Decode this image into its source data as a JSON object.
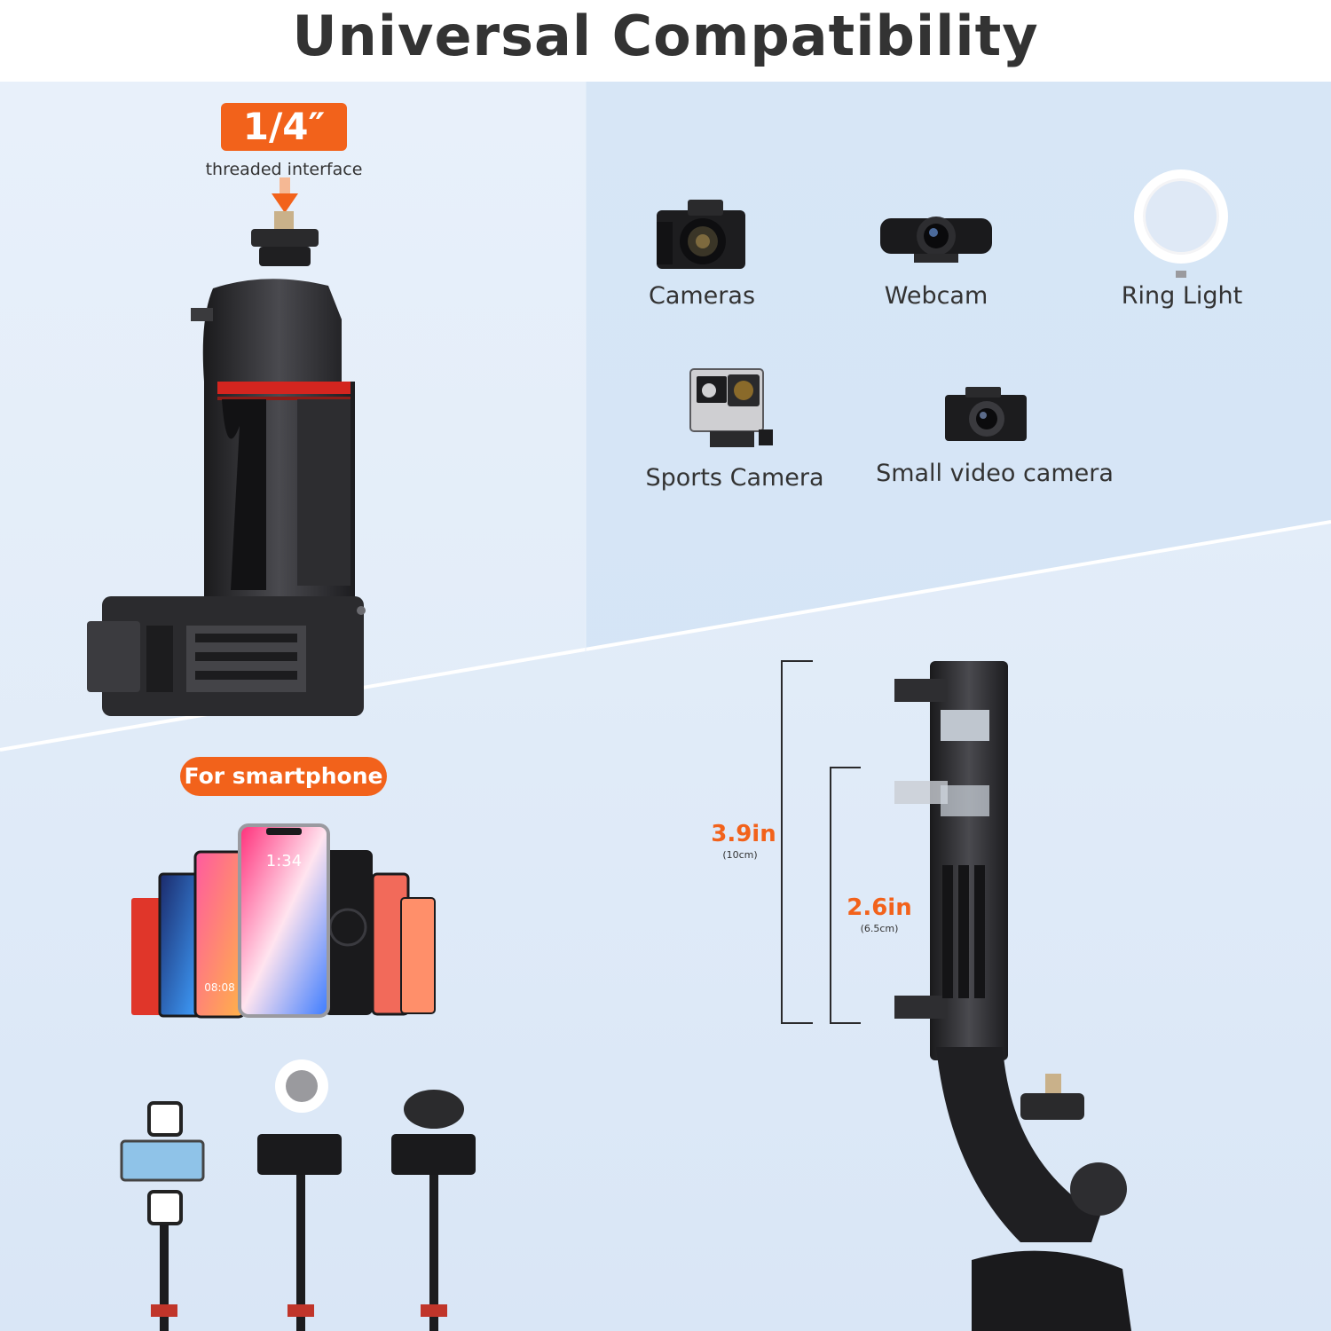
{
  "title": "Universal Compatibility",
  "thread": {
    "badge": "1/4″",
    "caption": "threaded interface"
  },
  "devices": [
    {
      "label": "Cameras",
      "icon": "dslr-camera-icon"
    },
    {
      "label": "Webcam",
      "icon": "webcam-icon"
    },
    {
      "label": "Ring Light",
      "icon": "ring-light-icon"
    },
    {
      "label": "Sports Camera",
      "icon": "action-camera-icon"
    },
    {
      "label": "Small video camera",
      "icon": "compact-camera-icon"
    }
  ],
  "smartphone": {
    "badge": "For smartphone",
    "clock": "1:34",
    "clock2": "08:08"
  },
  "dimensions": {
    "max": {
      "value": "3.9in",
      "metric": "(10cm)"
    },
    "min": {
      "value": "2.6in",
      "metric": "(6.5cm)"
    }
  },
  "colors": {
    "accent": "#f2621b",
    "text": "#333333",
    "bg_left": "#e6eff9",
    "bg_right": "#d6e5f5"
  }
}
